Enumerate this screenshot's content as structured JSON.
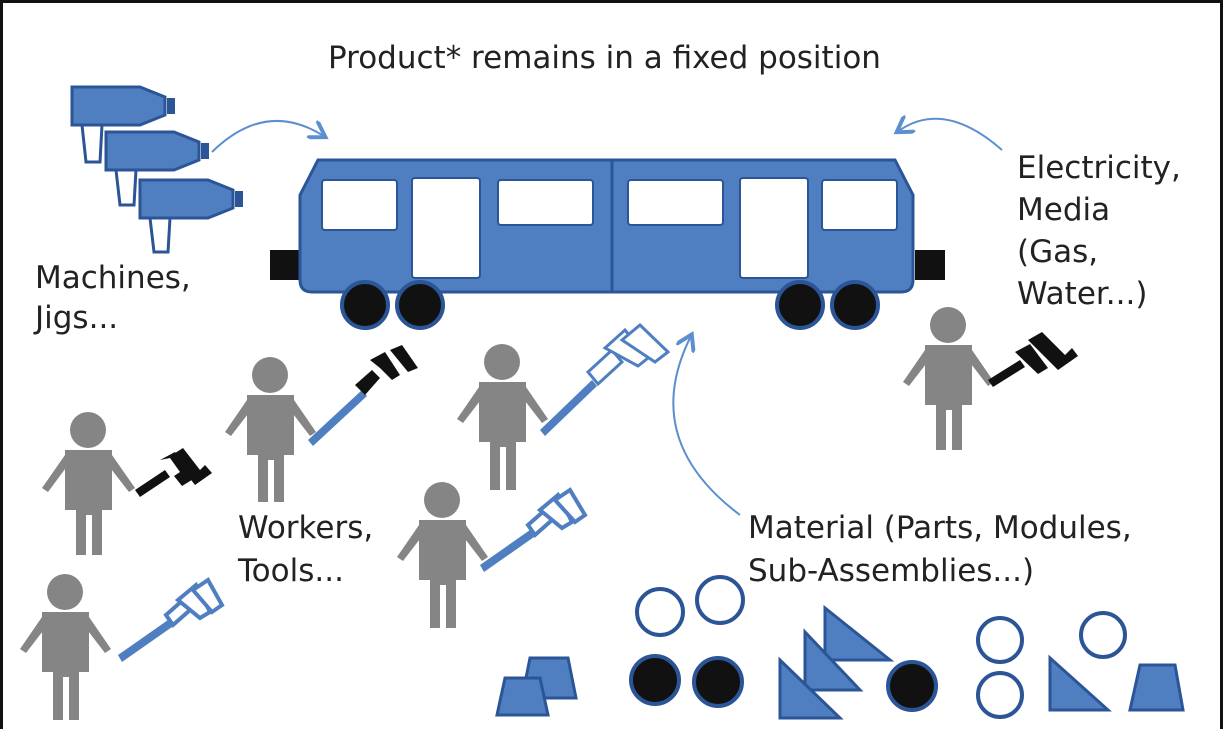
{
  "title": "Product* remains in a fixed position",
  "labels": {
    "machines": [
      "Machines,",
      "Jigs..."
    ],
    "electricity": [
      "Electricity,",
      "Media",
      "(Gas,",
      "Water...)"
    ],
    "workers": [
      "Workers,",
      "Tools..."
    ],
    "material": [
      "Material (Parts, Modules,",
      "Sub-Assemblies...)"
    ]
  },
  "colors": {
    "blue": "#4f7fc0",
    "blue_dark": "#2b5596",
    "gray": "#858585",
    "black": "#111111",
    "arrow": "#5b8fd0",
    "frame": "#111111"
  }
}
